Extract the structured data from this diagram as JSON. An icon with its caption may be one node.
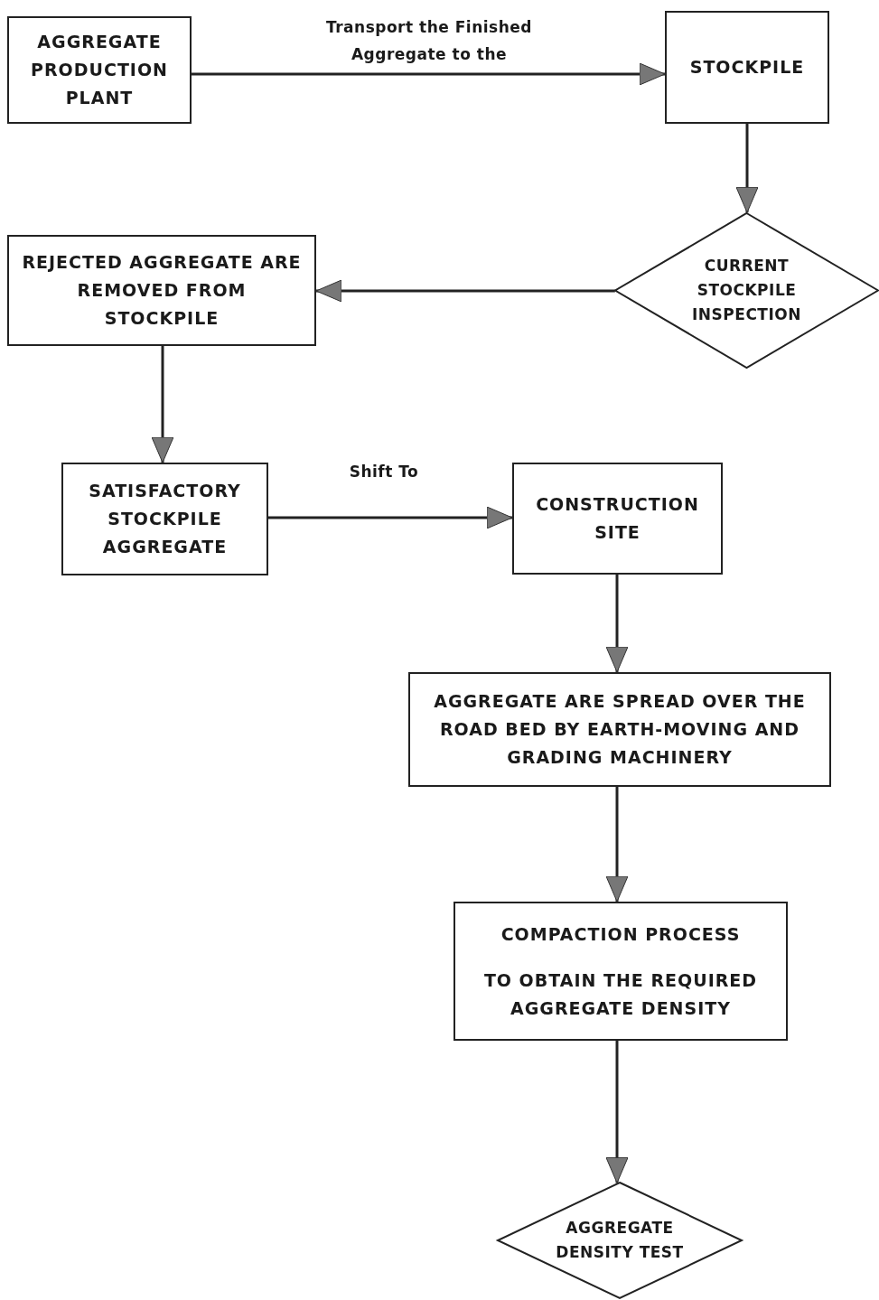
{
  "diagram": {
    "nodes": [
      {
        "text": [
          "AGGREGATE PRODUCTION PLANT"
        ]
      },
      {
        "text": [
          "STOCKPILE"
        ]
      },
      {
        "text": [
          "CURRENT STOCKPILE INSPECTION"
        ]
      },
      {
        "text": [
          "REJECTED AGGREGATE ARE REMOVED FROM STOCKPILE"
        ]
      },
      {
        "text": [
          "SATISFACTORY STOCKPILE AGGREGATE"
        ]
      },
      {
        "text": [
          "CONSTRUCTION SITE"
        ]
      },
      {
        "text": [
          "AGGREGATE ARE SPREAD OVER THE ROAD BED BY EARTH-MOVING AND GRADING MACHINERY"
        ]
      },
      {
        "text": [
          "COMPACTION PROCESS",
          "TO OBTAIN THE REQUIRED AGGREGATE DENSITY"
        ]
      },
      {
        "text": [
          "AGGREGATE DENSITY TEST"
        ]
      }
    ],
    "edges": [
      {
        "from": 0,
        "to": 1,
        "arrow": "to",
        "label": "Transport the Finished Aggregate to the"
      },
      {
        "from": 1,
        "to": 2,
        "arrow": "to"
      },
      {
        "from": 2,
        "to": 3,
        "arrow": "to"
      },
      {
        "from": 3,
        "to": 4,
        "arrow": "to"
      },
      {
        "from": 4,
        "to": 5,
        "arrow": "to",
        "label": "Shift To"
      },
      {
        "from": 5,
        "to": 6,
        "arrow": "to"
      },
      {
        "from": 6,
        "to": 7,
        "arrow": "to"
      },
      {
        "from": 7,
        "to": 8,
        "arrow": "to"
      }
    ]
  }
}
